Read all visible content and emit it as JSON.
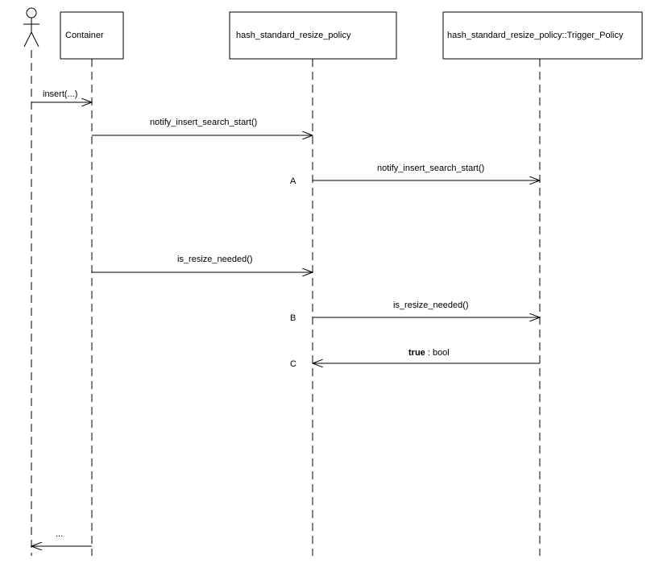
{
  "participants": [
    {
      "id": "actor",
      "label": ""
    },
    {
      "id": "container",
      "label": "Container"
    },
    {
      "id": "policy",
      "label": "hash_standard_resize_policy"
    },
    {
      "id": "trigger",
      "label": "hash_standard_resize_policy::Trigger_Policy"
    }
  ],
  "messages": [
    {
      "label": "insert(...)"
    },
    {
      "label": "notify_insert_search_start()"
    },
    {
      "label": "notify_insert_search_start()"
    },
    {
      "label": "is_resize_needed()"
    },
    {
      "label": "is_resize_needed()"
    },
    {
      "label_bold": "true",
      "label_rest": " : bool"
    },
    {
      "label": "..."
    }
  ],
  "markers": [
    "A",
    "B",
    "C"
  ]
}
